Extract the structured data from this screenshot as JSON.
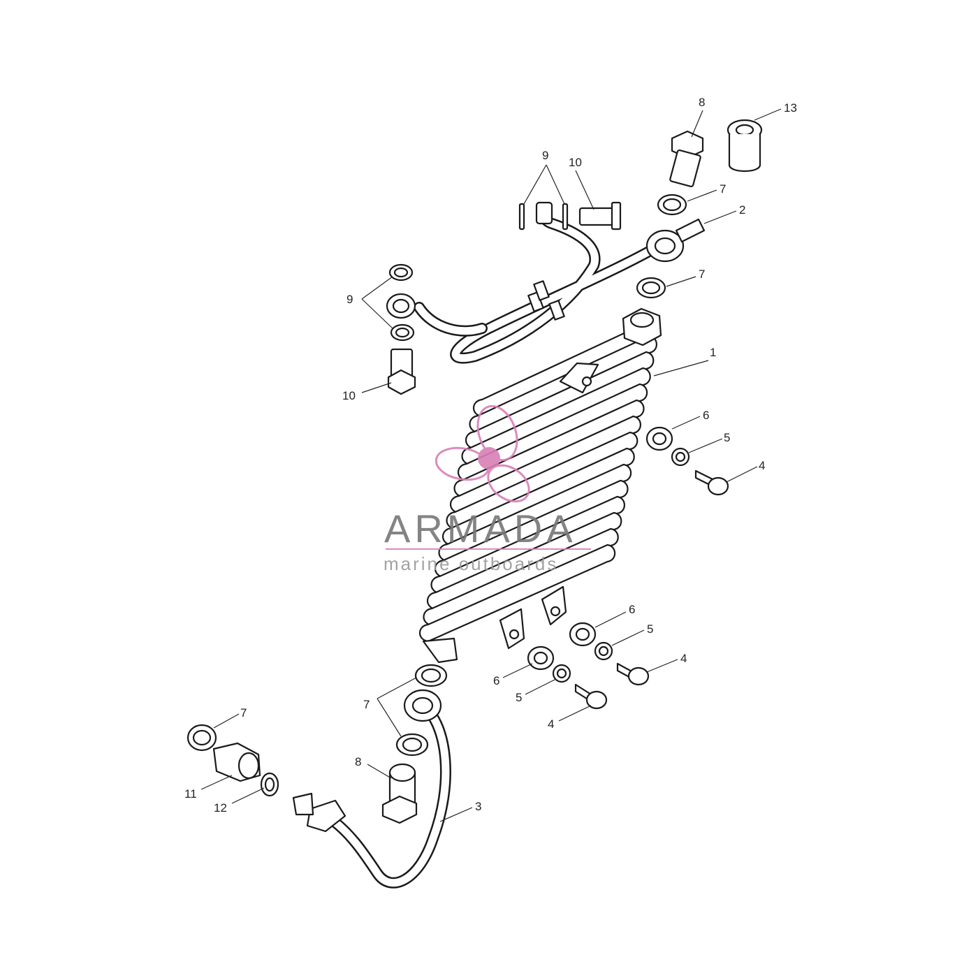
{
  "callouts": {
    "c1": "1",
    "c2": "2",
    "c3": "3",
    "c4a": "4",
    "c4b": "4",
    "c4c": "4",
    "c5a": "5",
    "c5b": "5",
    "c5c": "5",
    "c6a": "6",
    "c6b": "6",
    "c6c": "6",
    "c7a": "7",
    "c7b": "7",
    "c7c": "7",
    "c7d": "7",
    "c8a": "8",
    "c8b": "8",
    "c9a": "9",
    "c9b": "9",
    "c10a": "10",
    "c10b": "10",
    "c11": "11",
    "c12": "12",
    "c13": "13"
  },
  "watermark": {
    "brand": "ARMADA",
    "tagline": "marine outboards",
    "accent_color": "#d97fb6",
    "text_color": "#777777"
  }
}
